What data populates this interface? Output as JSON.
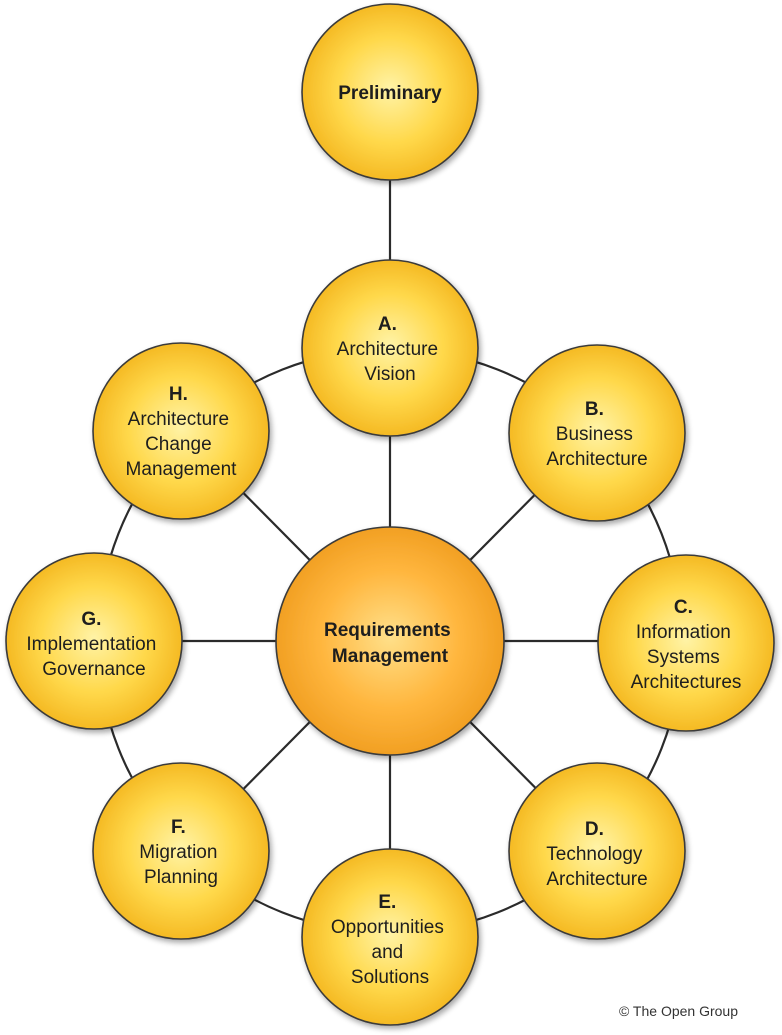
{
  "colors": {
    "phase_fill_light": "#fff3a6",
    "phase_fill_mid": "#ffd84a",
    "phase_fill_dark": "#f2b21a",
    "center_fill_light": "#ffe08a",
    "center_fill_mid": "#ffb63e",
    "center_fill_dark": "#ee9a1c",
    "lines": "#2b2b2b"
  },
  "nodes": {
    "preliminary": {
      "letter": "",
      "lines": [
        "Preliminary"
      ]
    },
    "a": {
      "letter": "A.",
      "lines": [
        "Architecture",
        "Vision"
      ]
    },
    "b": {
      "letter": "B.",
      "lines": [
        "Business",
        "Architecture"
      ]
    },
    "c": {
      "letter": "C.",
      "lines": [
        "Information",
        "Systems",
        "Architectures"
      ]
    },
    "d": {
      "letter": "D.",
      "lines": [
        "Technology",
        "Architecture"
      ]
    },
    "e": {
      "letter": "E.",
      "lines": [
        "Opportunities",
        "and",
        "Solutions"
      ]
    },
    "f": {
      "letter": "F.",
      "lines": [
        "Migration",
        "Planning"
      ]
    },
    "g": {
      "letter": "G.",
      "lines": [
        "Implementation",
        "Governance"
      ]
    },
    "h": {
      "letter": "H.",
      "lines": [
        "Architecture",
        "Change",
        "Management"
      ]
    },
    "center": {
      "letter": "",
      "lines": [
        "Requirements",
        "Management"
      ]
    }
  },
  "copyright": "© The Open Group"
}
